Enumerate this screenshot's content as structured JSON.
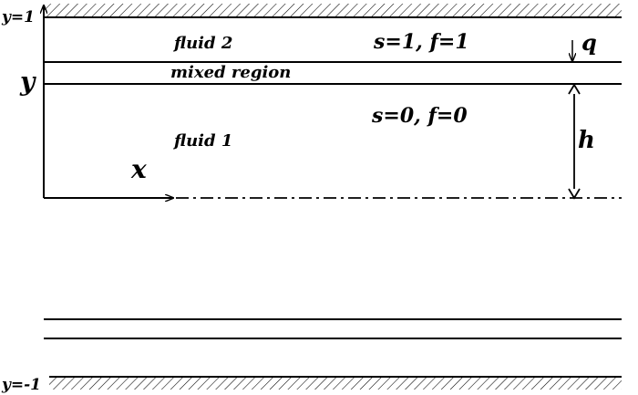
{
  "labels": {
    "y_top": "y=1",
    "y_bottom": "y=-1",
    "y_axis": "y",
    "x_axis": "x",
    "fluid2": "fluid 2",
    "fluid1": "fluid 1",
    "mixed_region": "mixed region",
    "upper_condition": "s=1, f=1",
    "lower_condition": "s=0, f=0",
    "q": "q",
    "h": "h"
  },
  "colors": {
    "ink": "#000000",
    "background": "#ffffff"
  }
}
